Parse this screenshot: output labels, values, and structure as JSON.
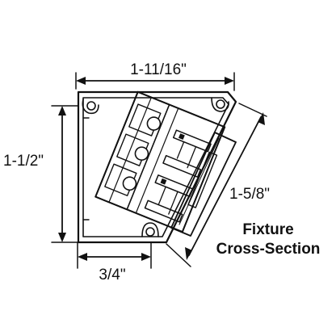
{
  "dimensions": {
    "width_top": "1-11/16\"",
    "height_left": "1-1/2\"",
    "diagonal_right": "1-5/8\"",
    "width_bottom": "3/4\""
  },
  "caption": {
    "line1": "Fixture",
    "line2": "Cross-Section"
  },
  "colors": {
    "line": "#111111",
    "background": "#ffffff"
  }
}
